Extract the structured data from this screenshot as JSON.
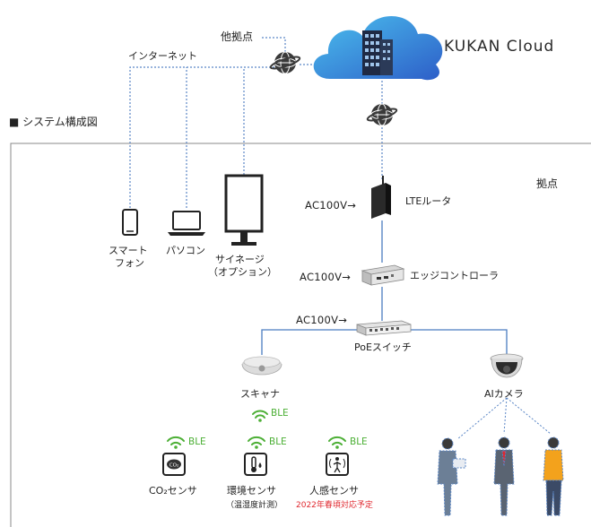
{
  "cloud": {
    "label": "KUKAN Cloud"
  },
  "labels": {
    "other_site": "他拠点",
    "internet": "インターネット",
    "system_diagram": "■ システム構成図",
    "site": "拠点"
  },
  "devices": {
    "smartphone": [
      "スマート",
      "フォン"
    ],
    "pc": "パソコン",
    "signage": [
      "サイネージ",
      "（オプション）"
    ],
    "lte_router": "LTEルータ",
    "edge_controller": "エッジコントローラ",
    "poe_switch": "PoEスイッチ",
    "scanner": "スキャナ",
    "ai_camera": "AIカメラ"
  },
  "power": {
    "lte": "AC100V→",
    "edge": "AC100V→",
    "switch": "AC100V→"
  },
  "sensors": {
    "ble": "BLE",
    "co2": "CO₂センサ",
    "env": "環境センサ",
    "env_note": "（温湿度計測）",
    "human": "人感センサ",
    "human_note": "2022年春頃対応予定"
  },
  "icons": [
    "building-icon",
    "globe-icon",
    "smartphone-icon",
    "laptop-icon",
    "signage-icon",
    "router-icon",
    "controller-icon",
    "switch-icon",
    "scanner-icon",
    "camera-icon",
    "wifi-icon",
    "co2-sensor-icon",
    "thermometer-icon",
    "motion-sensor-icon",
    "person-icon"
  ],
  "colors": {
    "line_blue": "#4a7cc0",
    "dashed_blue": "#5a86c6",
    "cloud_blue": "#3d8ed8",
    "ble_green": "#4caf35",
    "note_red": "#e0282f"
  }
}
